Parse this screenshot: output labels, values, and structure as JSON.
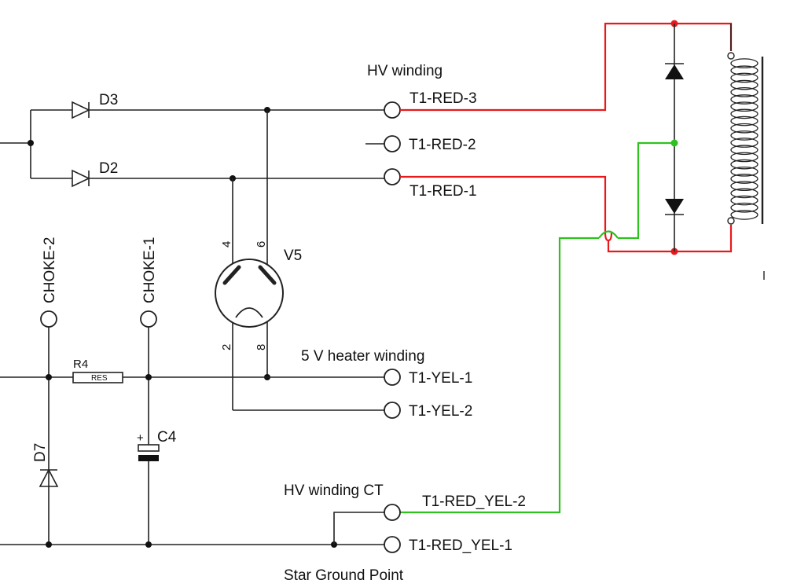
{
  "labels": {
    "hv_winding": "HV winding",
    "t1_red_3": "T1-RED-3",
    "t1_red_2": "T1-RED-2",
    "t1_red_1": "T1-RED-1",
    "d3": "D3",
    "d2": "D2",
    "v5": "V5",
    "pin4": "4",
    "pin6": "6",
    "pin2": "2",
    "pin8": "8",
    "choke2": "CHOKE-2",
    "choke1": "CHOKE-1",
    "heater_winding": "5 V heater winding",
    "t1_yel_1": "T1-YEL-1",
    "t1_yel_2": "T1-YEL-2",
    "r4": "R4",
    "res": "RES",
    "c4": "C4",
    "c4_plus": "+",
    "d7": "D7",
    "hv_ct": "HV winding CT",
    "t1_red_yel_2": "T1-RED_YEL-2",
    "t1_red_yel_1": "T1-RED_YEL-1",
    "star_ground": "Star Ground Point"
  },
  "colors": {
    "wire": "#222222",
    "hv_wire": "#e8191c",
    "ct_wire": "#2ec21e"
  }
}
